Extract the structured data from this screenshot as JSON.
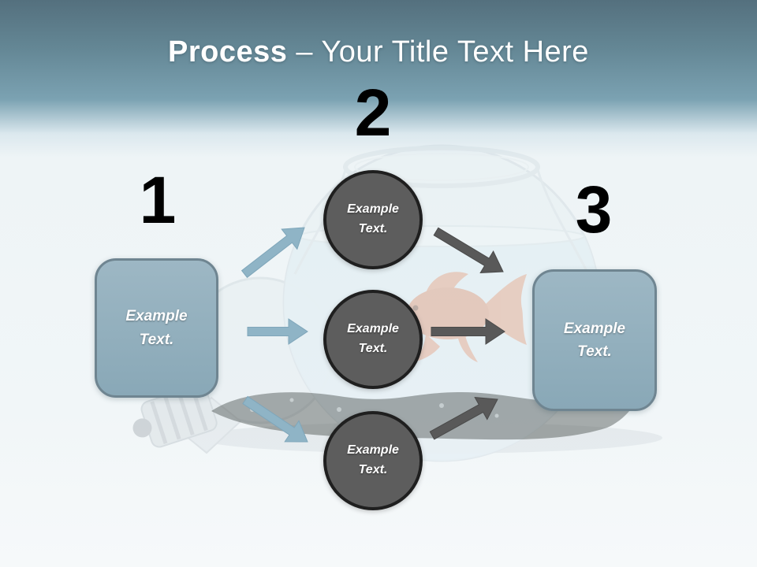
{
  "slide": {
    "title": {
      "prefix": "Process",
      "suffix": "– Your Title Text Here"
    },
    "background_photo": "fishbowl-with-goldfish-lightbulb-and-gravel"
  },
  "process": {
    "steps": [
      {
        "number": "1",
        "type": "box",
        "label": "Example Text."
      },
      {
        "number": "2",
        "type": "circles",
        "items": [
          "Example Text.",
          "Example Text.",
          "Example Text."
        ]
      },
      {
        "number": "3",
        "type": "box",
        "label": "Example Text."
      }
    ]
  },
  "colors": {
    "header_top": "#54707e",
    "header_mid": "#7ba2b2",
    "body_bg": "#eef4f6",
    "title_text": "#ffffff",
    "number_text": "#000000",
    "box_fill": "#92afbd",
    "box_border": "#6f8591",
    "circle_fill": "#5d5d5d",
    "circle_border": "#1f1f1f",
    "arrow_blue": "#8fb4c6",
    "arrow_gray": "#595959"
  }
}
